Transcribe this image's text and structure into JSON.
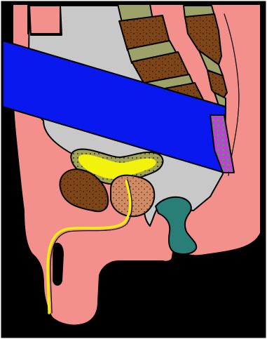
{
  "colors": {
    "background": "#000000",
    "frame": "#ffffff",
    "tissue": "#f4908c",
    "cavity": "#c8c8c8",
    "bone": "#7e4618",
    "bone_speckle": "#2e1606",
    "disc": "#9ca26a",
    "probe": "#0a18f0",
    "target_fill": "#c040d8",
    "target_dots": "#38b040",
    "gland_yellow": "#f2f20c",
    "gland_outline": "#a0a256",
    "prostate": "#d08a64",
    "testis": "#7e4618",
    "teal": "#2a7e78",
    "urethra": "#f2f20c"
  },
  "structures": [
    {
      "id": "pelvic-bone",
      "icon": "bone-mass"
    },
    {
      "id": "spine-column",
      "icon": "vertebra-stack"
    },
    {
      "id": "imaging-probe",
      "icon": "probe-bar"
    },
    {
      "id": "target-zone",
      "icon": "dotted-region"
    },
    {
      "id": "bladder",
      "icon": "yellow-sac"
    },
    {
      "id": "prostate",
      "icon": "gland"
    },
    {
      "id": "testis",
      "icon": "oval-mass"
    },
    {
      "id": "canal",
      "icon": "teal-canal"
    },
    {
      "id": "urethra",
      "icon": "yellow-tube"
    }
  ]
}
